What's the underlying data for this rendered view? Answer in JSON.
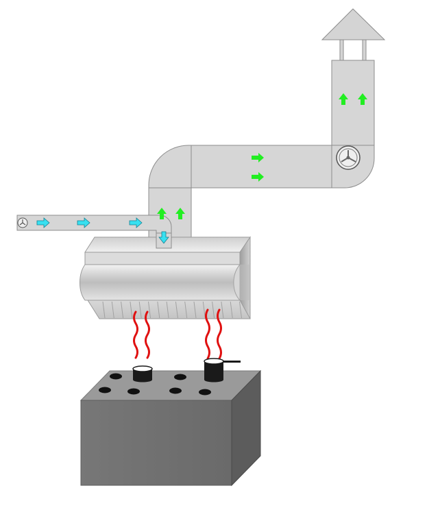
{
  "diagram": {
    "kind": "kitchen exhaust ventilation",
    "colors": {
      "background": "#ffffff",
      "duct_fill": "#d6d6d6",
      "duct_stroke": "#8c8c8c",
      "supply_arrow": "#38e0f0",
      "exhaust_arrow": "#22ee22",
      "heat_wave": "#e01010",
      "stove_top": "#9a9a9a",
      "stove_front": "#6f6f6f",
      "stove_side": "#5a5a5a",
      "burner_hole": "#111111",
      "pot": "#1a1a1a"
    },
    "icons": {
      "supply_fan": "small-fan-icon",
      "exhaust_fan": "exhaust-fan-icon",
      "chimney_cap": "roof-cap-icon"
    },
    "flows": {
      "supply_direction": "right-then-down",
      "exhaust_direction": "up-right-up",
      "supply_arrow_count": 4,
      "exhaust_arrow_count": 6,
      "heat_wave_count": 4,
      "burner_count": 8,
      "pot_count": 2
    }
  }
}
